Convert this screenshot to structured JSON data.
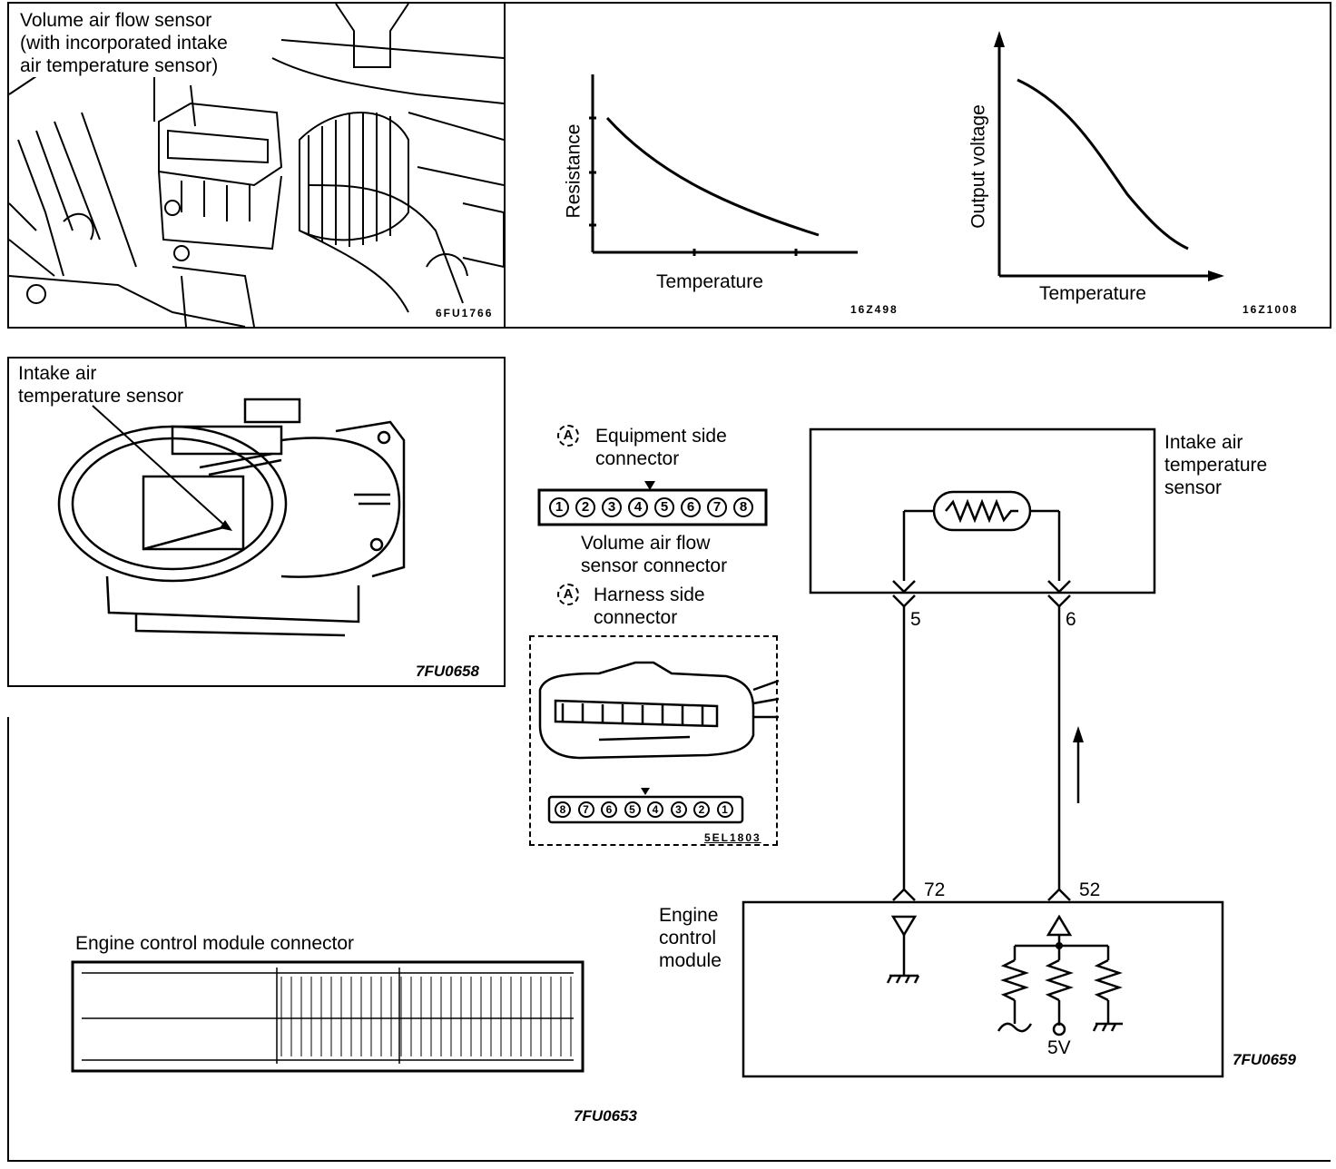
{
  "photo_panel": {
    "caption": "Volume air flow sensor\n(with incorporated intake\nair temperature sensor)",
    "code": "6FU1766"
  },
  "resistance_graph": {
    "ylabel": "Resistance",
    "xlabel": "Temperature",
    "code": "16Z498"
  },
  "voltage_graph": {
    "ylabel": "Output voltage",
    "xlabel": "Temperature",
    "code": "16Z1008"
  },
  "sensor_panel": {
    "caption": "Intake air\ntemperature sensor",
    "code": "7FU0658"
  },
  "connector": {
    "equipment_marker": "A",
    "equipment_label": "Equipment side\nconnector",
    "equipment_pins": [
      "1",
      "2",
      "3",
      "4",
      "5",
      "6",
      "7",
      "8"
    ],
    "connector_name": "Volume air flow\nsensor connector",
    "harness_marker": "A",
    "harness_label": "Harness side\nconnector",
    "harness_pins": [
      "8",
      "7",
      "6",
      "5",
      "4",
      "3",
      "2",
      "1"
    ],
    "code": "5EL1803"
  },
  "ecm_connector": {
    "title": "Engine control module connector",
    "code": "7FU0653"
  },
  "circuit": {
    "sensor_label": "Intake air\ntemperature\nsensor",
    "pin_left": "5",
    "pin_right": "6",
    "ecm_pin_left": "72",
    "ecm_pin_right": "52",
    "ecm_label": "Engine\ncontrol\nmodule",
    "voltage": "5V",
    "code": "7FU0659"
  }
}
